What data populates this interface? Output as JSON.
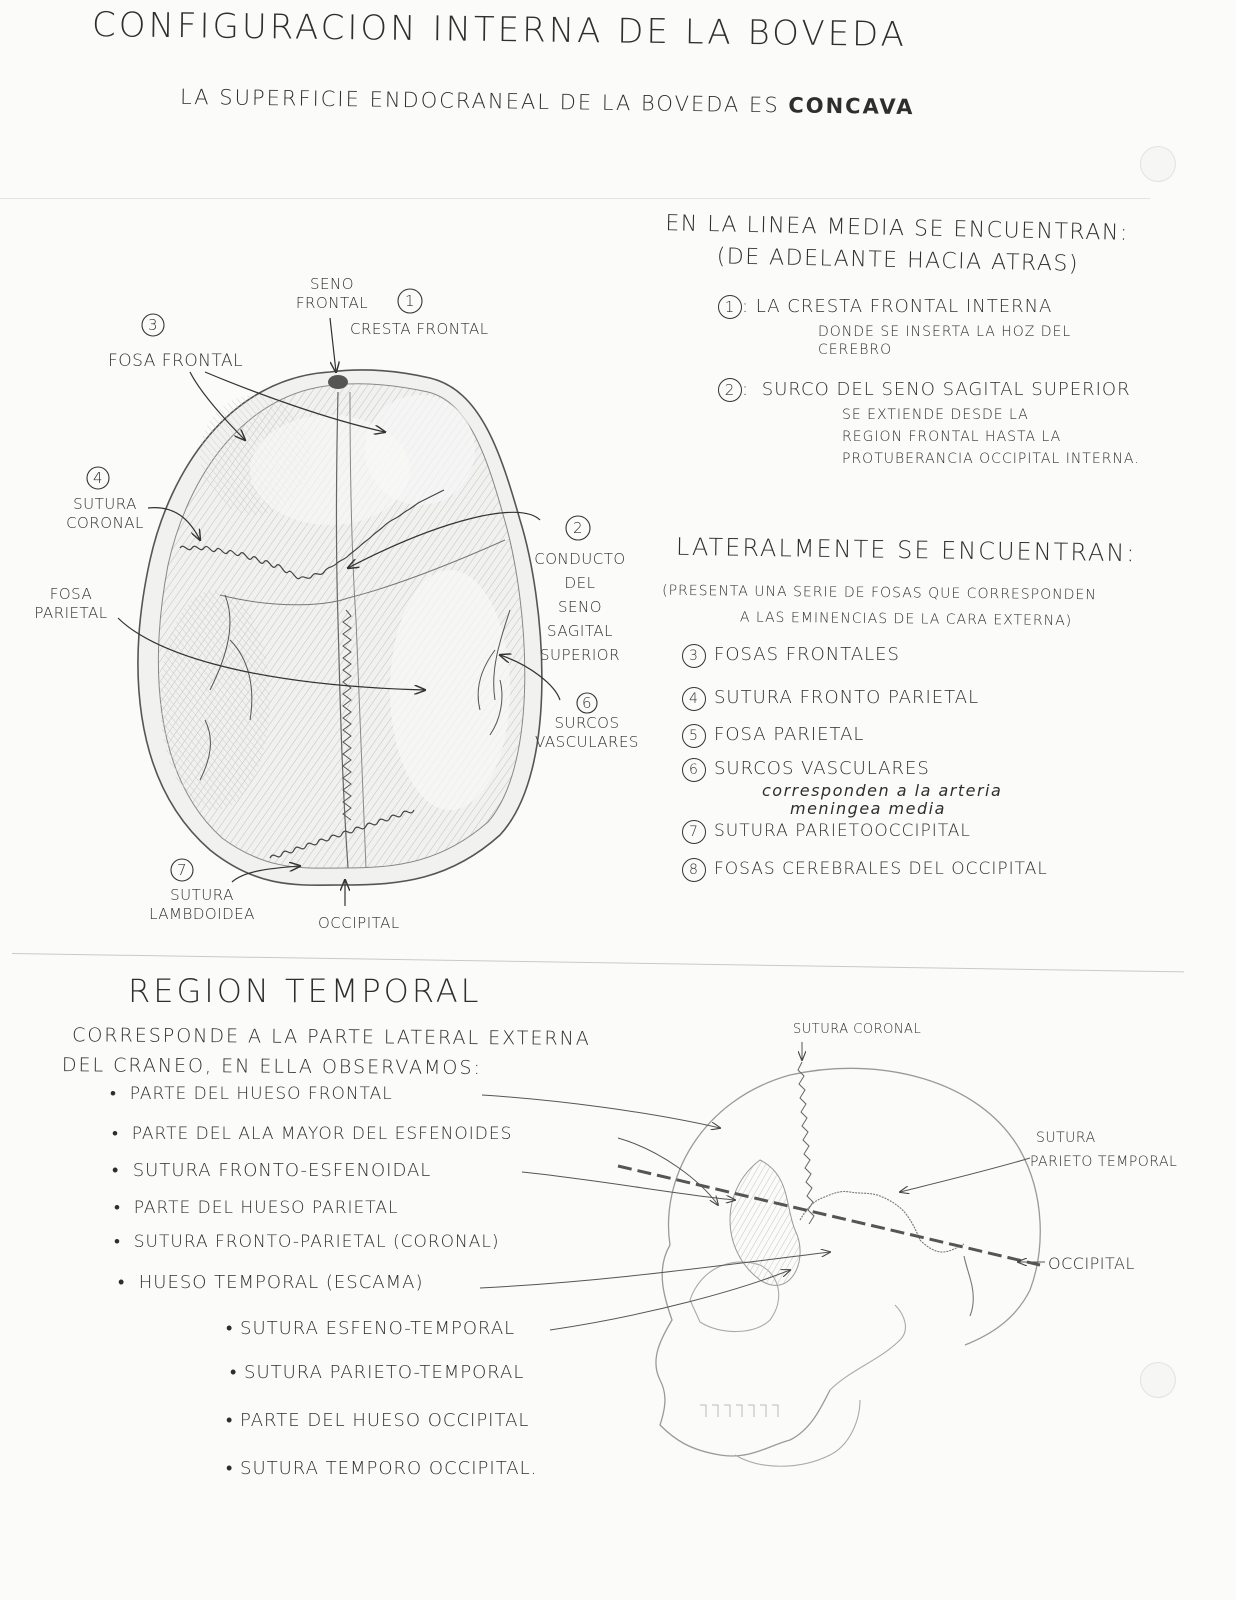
{
  "header": {
    "title": "CONFIGURACION INTERNA DE LA BOVEDA",
    "subtitle_pre": "LA SUPERFICIE ENDOCRANEAL DE LA BOVEDA ES",
    "subtitle_em": "CONCAVA"
  },
  "diagram1": {
    "labels": {
      "seno_frontal": [
        "SENO",
        "FRONTAL"
      ],
      "cresta_num": "1",
      "cresta": "CRESTA FRONTAL",
      "fosa_frontal_num": "3",
      "fosa_frontal": "FOSA FRONTAL",
      "coronal_num": "4",
      "coronal": [
        "SUTURA",
        "CORONAL"
      ],
      "fosa_parietal": [
        "FOSA",
        "PARIETAL"
      ],
      "conducto_num": "2",
      "conducto": [
        "CONDUCTO",
        "DEL",
        "SENO",
        "SAGITAL",
        "SUPERIOR"
      ],
      "surcos_num": "6",
      "surcos": [
        "SURCOS",
        "VASCULARES"
      ],
      "lambda_num": "7",
      "lambda": [
        "SUTURA",
        "LAMBDOIDEA"
      ],
      "occipital": "OCCIPITAL"
    }
  },
  "linea_media": {
    "heading": [
      "EN LA LINEA MEDIA SE ENCUENTRAN:",
      "(DE ADELANTE HACIA ATRAS)"
    ],
    "items": [
      {
        "num": "1",
        "text": "LA CRESTA FRONTAL INTERNA",
        "sub": [
          "DONDE SE INSERTA LA HOZ DEL",
          "CEREBRO"
        ]
      },
      {
        "num": "2",
        "text": "SURCO DEL SENO SAGITAL SUPERIOR",
        "sub": [
          "SE EXTIENDE DESDE LA",
          "REGION FRONTAL HASTA LA",
          "PROTUBERANCIA OCCIPITAL INTERNA."
        ]
      }
    ]
  },
  "lateral": {
    "heading": "LATERALMENTE SE ENCUENTRAN:",
    "note": [
      "(PRESENTA UNA SERIE DE FOSAS QUE CORRESPONDEN",
      "A LAS EMINENCIAS DE LA CARA EXTERNA)"
    ],
    "items": [
      {
        "num": "3",
        "text": "FOSAS FRONTALES"
      },
      {
        "num": "4",
        "text": "SUTURA FRONTO PARIETAL"
      },
      {
        "num": "5",
        "text": "FOSA PARIETAL"
      },
      {
        "num": "6",
        "text": "SURCOS VASCULARES",
        "sub": [
          "corresponden a la arteria",
          "meningea media"
        ]
      },
      {
        "num": "7",
        "text": "SUTURA PARIETOOCCIPITAL"
      },
      {
        "num": "8",
        "text": "FOSAS CEREBRALES DEL OCCIPITAL"
      }
    ]
  },
  "temporal": {
    "heading": "REGION TEMPORAL",
    "intro": [
      "CORRESPONDE A LA PARTE LATERAL EXTERNA",
      "DEL CRANEO, EN ELLA OBSERVAMOS:"
    ],
    "bullets": [
      "PARTE DEL HUESO FRONTAL",
      "PARTE DEL ALA MAYOR DEL ESFENOIDES",
      "SUTURA FRONTO-ESFENOIDAL",
      "PARTE DEL HUESO PARIETAL",
      "SUTURA FRONTO-PARIETAL (CORONAL)",
      "HUESO TEMPORAL (ESCAMA)"
    ],
    "sub_bullets": [
      "SUTURA ESFENO-TEMPORAL",
      "SUTURA PARIETO-TEMPORAL",
      "PARTE DEL HUESO OCCIPITAL",
      "SUTURA TEMPORO OCCIPITAL."
    ],
    "diagram_labels": {
      "coronal": "SUTURA CORONAL",
      "parieto_temporal": [
        "SUTURA",
        "PARIETO TEMPORAL"
      ],
      "occipital": "OCCIPITAL"
    }
  }
}
